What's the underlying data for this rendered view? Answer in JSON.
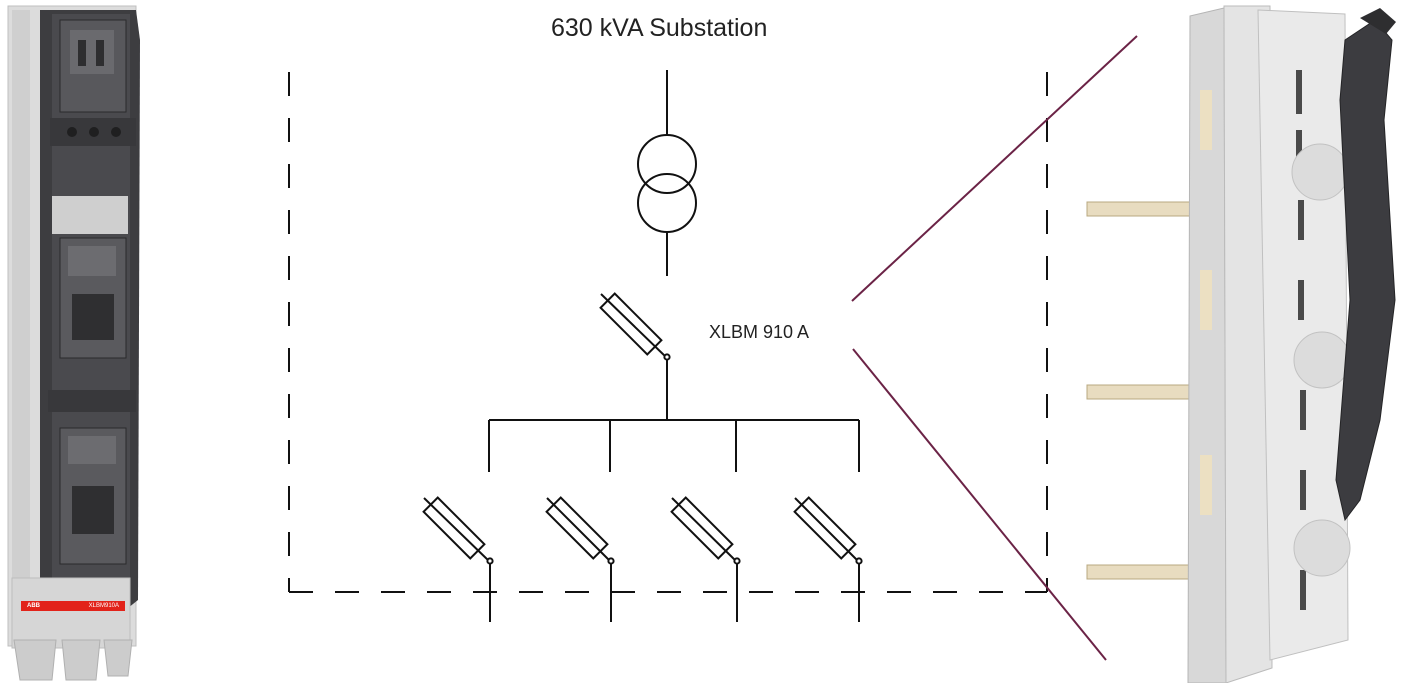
{
  "diagram": {
    "title": "630 kVA Substation",
    "main_switch_label": "XLBM 910 A",
    "device_label_brand": "ABB",
    "device_label_model": "XLBM910A",
    "colors": {
      "line": "#111111",
      "callout": "#6b2346",
      "device_grey": "#d9d9d9",
      "device_dark": "#3a3a3c",
      "brand_red": "#e2231a"
    }
  }
}
